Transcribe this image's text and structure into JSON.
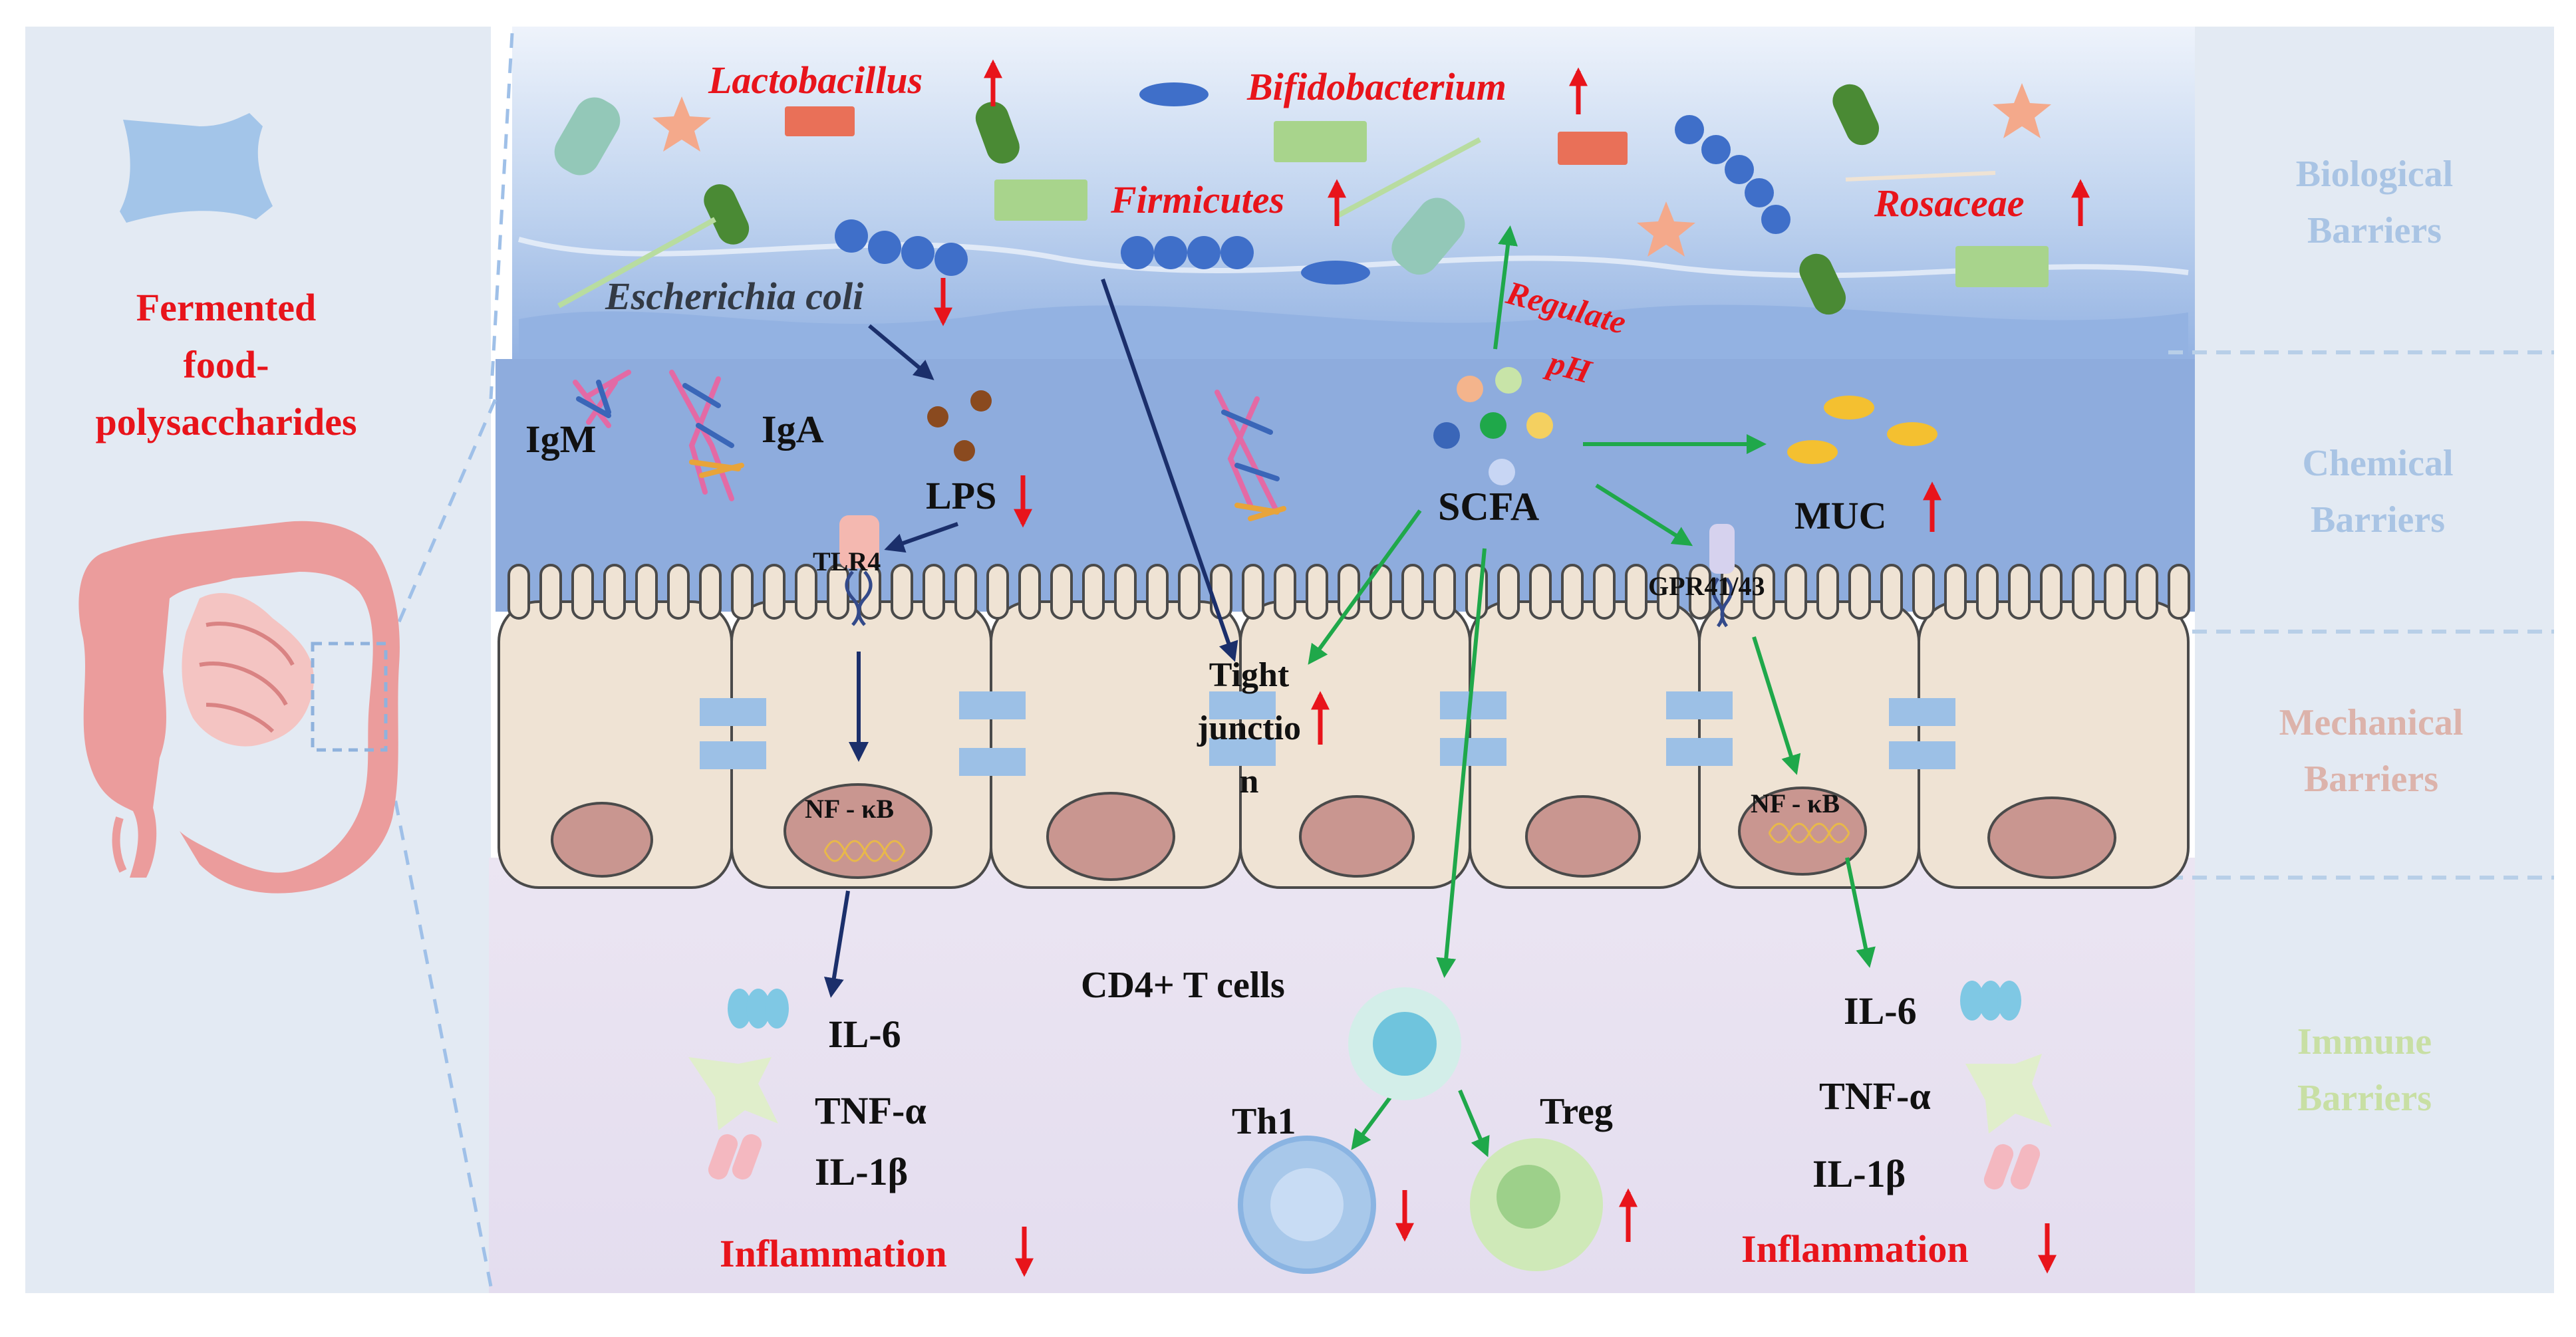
{
  "left_panel": {
    "label_line1": "Fermented",
    "label_line2": "food-",
    "label_line3": "polysaccharides"
  },
  "barriers": {
    "biological": [
      "Biological",
      "Barriers"
    ],
    "chemical": [
      "Chemical",
      "Barriers"
    ],
    "mechanical": [
      "Mechanical",
      "Barriers"
    ],
    "immune": [
      "Immune",
      "Barriers"
    ]
  },
  "microbes": {
    "lactobacillus": "Lactobacillus",
    "bifidobacterium": "Bifidobacterium",
    "firmicutes": "Firmicutes",
    "rosaceae": "Rosaceae",
    "ecoli": "Escherichia coli"
  },
  "chemical_layer": {
    "igm": "IgM",
    "iga": "IgA",
    "lps": "LPS",
    "scfa": "SCFA",
    "muc": "MUC",
    "regulate_line1": "Regulate",
    "regulate_line2": "pH",
    "tlr4": "TLR4",
    "gpr": "GPR41/43"
  },
  "mechanical_layer": {
    "tight_line1": "Tight",
    "tight_line2": "junctio",
    "tight_line3": "n",
    "nfkb_left": "NF - κB",
    "nfkb_right": "NF - κB"
  },
  "immune_layer": {
    "cd4": "CD4+ T cells",
    "th1": "Th1",
    "treg": "Treg",
    "left": {
      "il6": "IL-6",
      "tnf": "TNF-α",
      "il1b": "IL-1β",
      "inflammation": "Inflammation"
    },
    "right": {
      "il6": "IL-6",
      "tnf": "TNF-α",
      "il1b": "IL-1β",
      "inflammation": "Inflammation"
    }
  },
  "colors": {
    "accent_red": "#e8141b",
    "navy_arrow": "#1b2f6b",
    "green_arrow": "#1fa84a",
    "biological_label": "#a9c4e4",
    "chemical_label": "#a9c4e4",
    "mechanical_label": "#dcb3ab",
    "immune_label": "#c8dfa4"
  }
}
